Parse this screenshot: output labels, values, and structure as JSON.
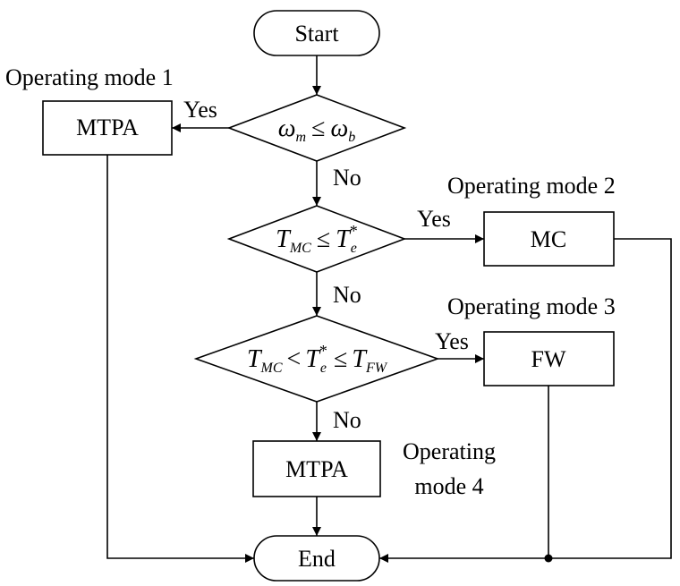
{
  "nodes": {
    "start": "Start",
    "end": "End",
    "box_mtpa_1": "MTPA",
    "box_mc": "MC",
    "box_fw": "FW",
    "box_mtpa_4": "MTPA"
  },
  "decisions": {
    "d1": {
      "lhs": "ω",
      "lhs_sub": "m",
      "op": "≤",
      "rhs": "ω",
      "rhs_sub": "b"
    },
    "d2": {
      "lhs": "T",
      "lhs_sub": "MC",
      "op": "≤",
      "rhs": "T",
      "rhs_sup": "*",
      "rhs_sub": "e"
    },
    "d3": {
      "a": "T",
      "a_sub": "MC",
      "op1": "<",
      "b": "T",
      "b_sup": "*",
      "b_sub": "e",
      "op2": "≤",
      "c": "T",
      "c_sub": "FW"
    }
  },
  "mode_labels": {
    "mode1": "Operating mode 1",
    "mode2": "Operating mode 2",
    "mode3": "Operating mode 3",
    "mode4_line1": "Operating",
    "mode4_line2": "mode 4"
  },
  "edge_labels": {
    "yes1": "Yes",
    "no1": "No",
    "yes2": "Yes",
    "no2": "No",
    "yes3": "Yes",
    "no3": "No"
  }
}
